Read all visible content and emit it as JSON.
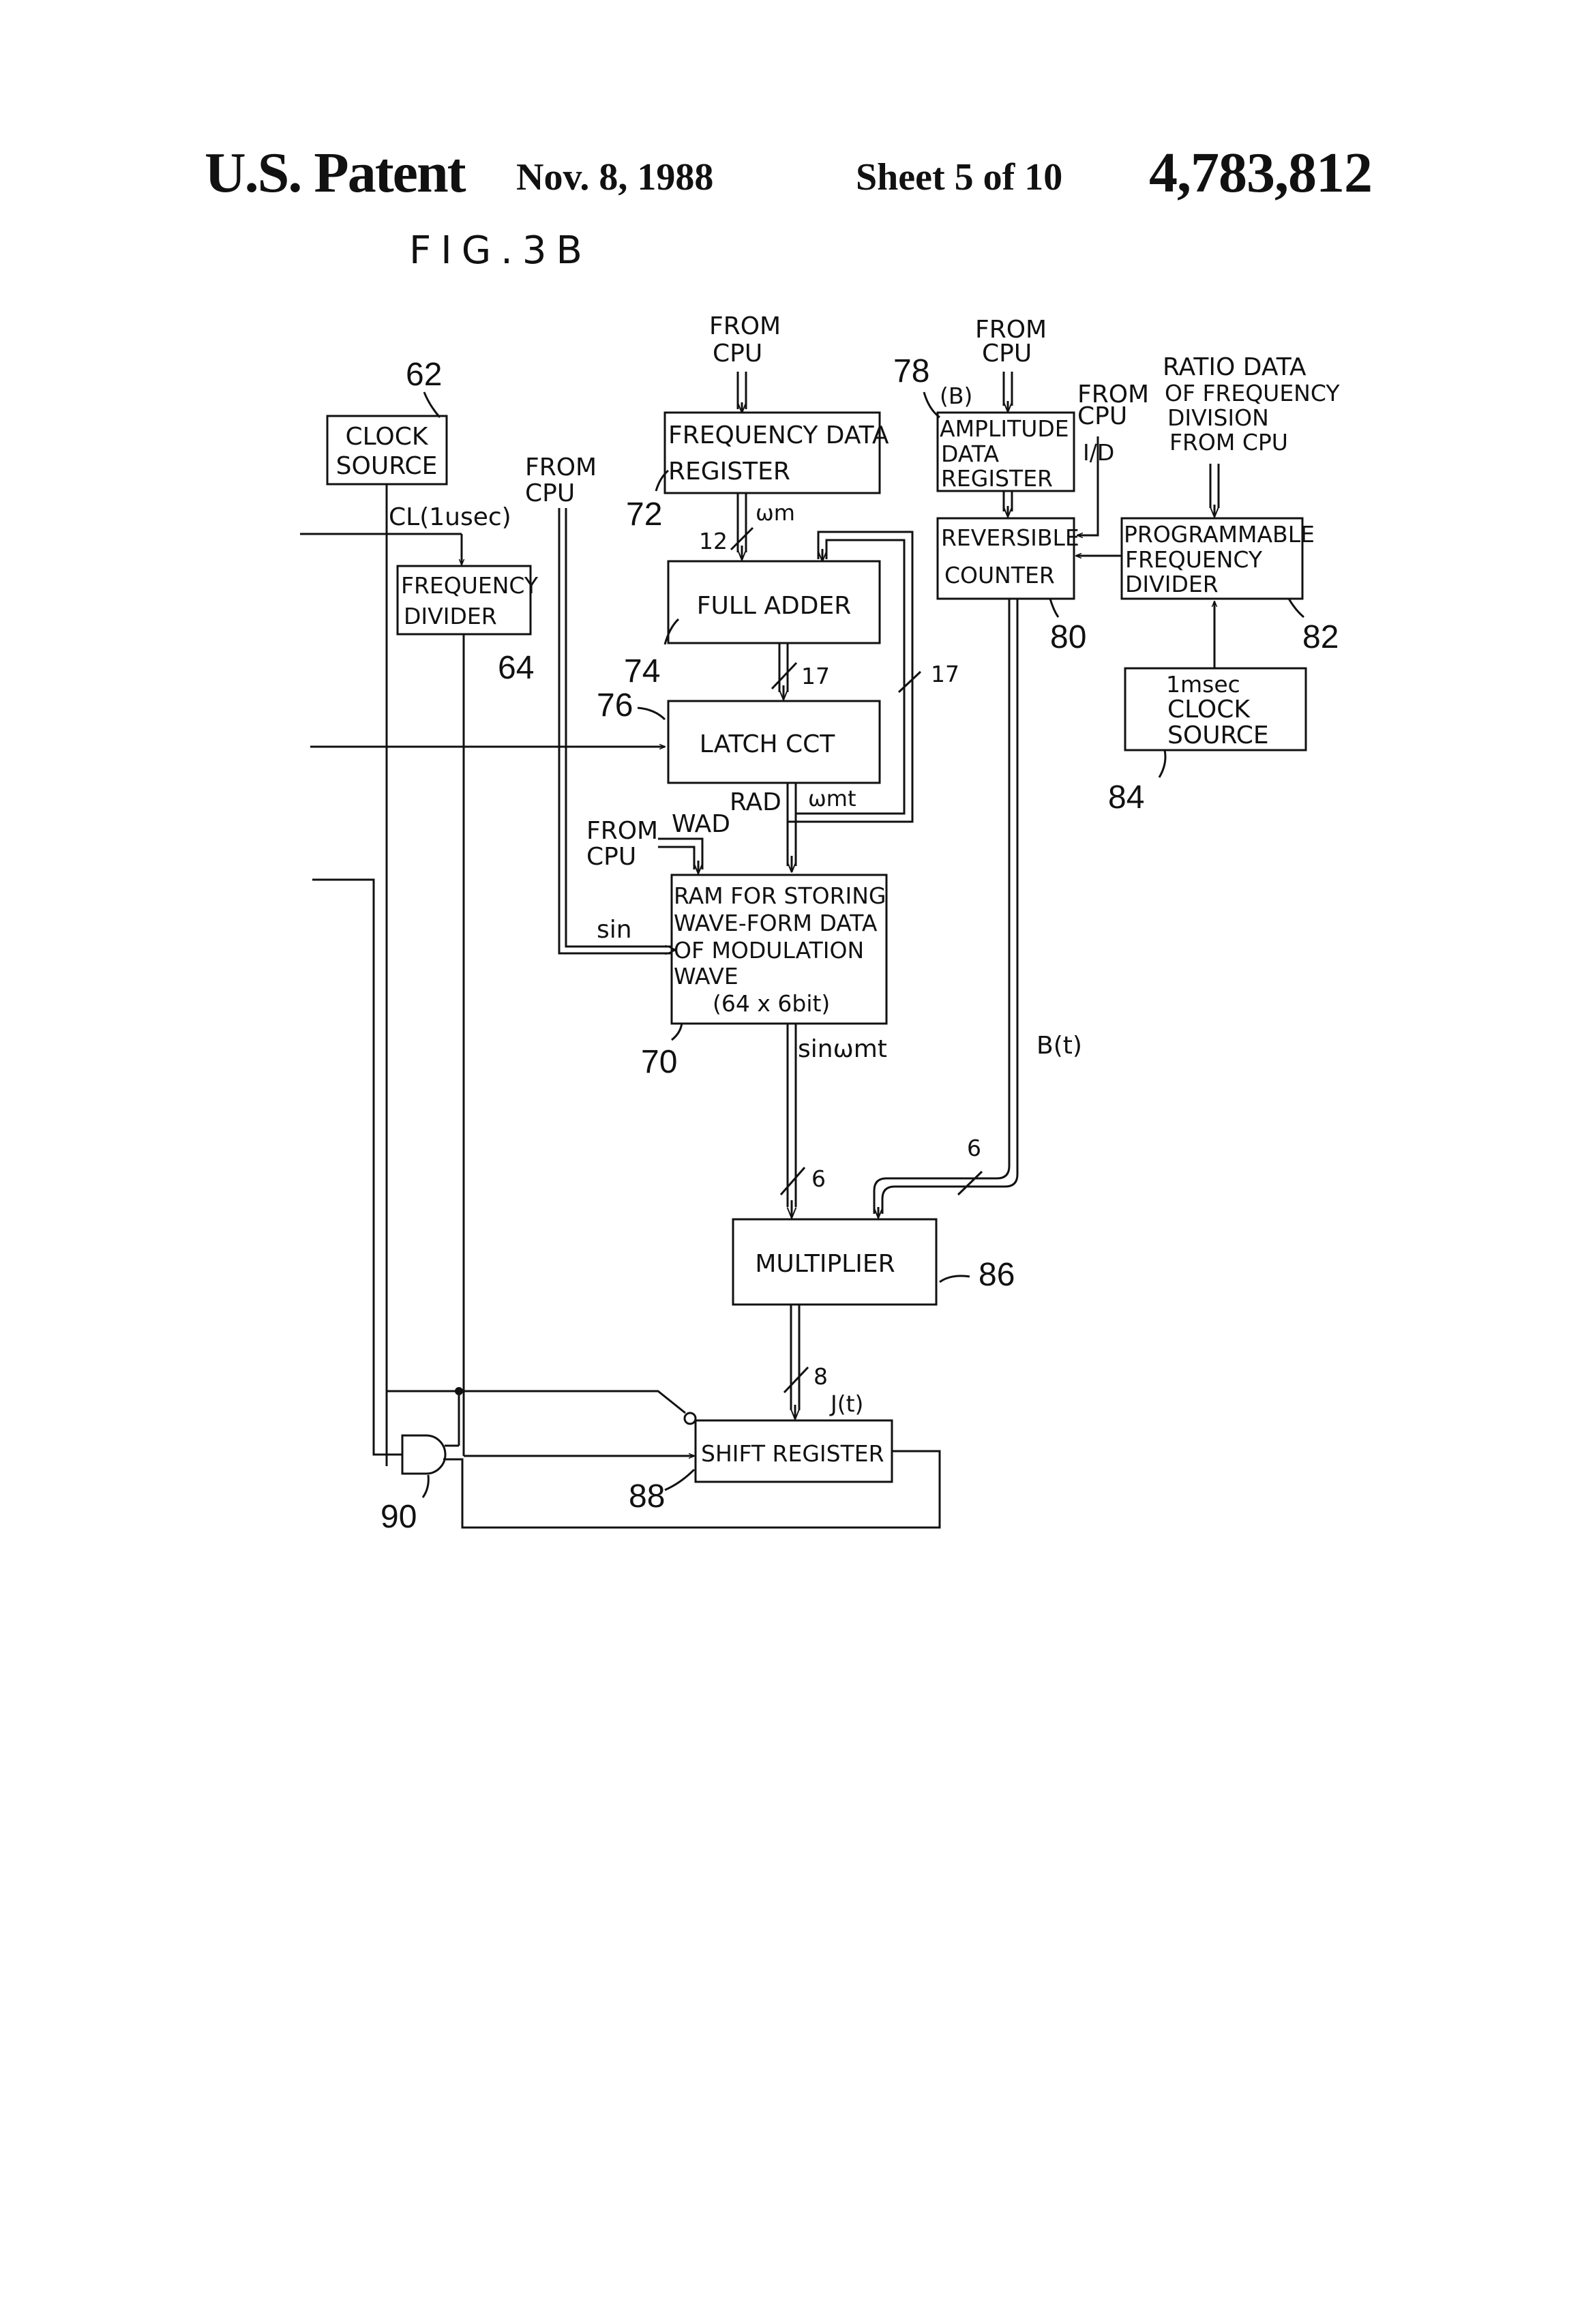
{
  "header": {
    "title": "U.S. Patent",
    "date": "Nov. 8, 1988",
    "sheet": "Sheet 5 of 10",
    "number": "4,783,812"
  },
  "figure": {
    "label": "FIG.3B"
  },
  "blocks": {
    "clock_source": {
      "line1": "CLOCK",
      "line2": "SOURCE",
      "ref": "62"
    },
    "frequency_divider": {
      "line1": "FREQUENCY",
      "line2": "DIVIDER",
      "ref": "64"
    },
    "frequency_data_register": {
      "line1": "FREQUENCY DATA",
      "line2": "REGISTER",
      "ref": "72"
    },
    "full_adder": {
      "label": "FULL ADDER",
      "ref": "74"
    },
    "latch": {
      "label": "LATCH CCT",
      "ref": "76"
    },
    "amplitude_register": {
      "line1": "AMPLITUDE",
      "line2": "DATA",
      "line3": "REGISTER",
      "ref": "78",
      "tag": "(B)"
    },
    "reversible_counter": {
      "line1": "REVERSIBLE",
      "line2": "COUNTER",
      "ref": "80"
    },
    "programmable_divider": {
      "line1": "PROGRAMMABLE",
      "line2": "FREQUENCY",
      "line3": "DIVIDER",
      "ref": "82"
    },
    "msec_clock": {
      "line1": "1msec",
      "line2": "CLOCK",
      "line3": "SOURCE",
      "ref": "84"
    },
    "ram": {
      "line1": "RAM FOR STORING",
      "line2": "WAVE-FORM DATA",
      "line3": "OF MODULATION",
      "line4": "WAVE",
      "line5": "(64 x 6bit)",
      "ref": "70"
    },
    "multiplier": {
      "label": "MULTIPLIER",
      "ref": "86"
    },
    "shift_register": {
      "label": "SHIFT REGISTER",
      "ref": "88"
    },
    "and_gate": {
      "ref": "90"
    }
  },
  "signals": {
    "from": "FROM",
    "cpu": "CPU",
    "cl": "CL(1usec)",
    "wm": "ωm",
    "bits12": "12",
    "bits17a": "17",
    "bits17b": "17",
    "rad": "RAD",
    "wmt": "ωmt",
    "wad": "WAD",
    "sin": "sin",
    "sinwmt": "sinωmt",
    "bt": "B(t)",
    "bits6a": "6",
    "bits6b": "6",
    "bits8": "8",
    "jt": "J(t)",
    "id": "I/D",
    "ratio1": "RATIO DATA",
    "ratio2": "OF FREQUENCY",
    "ratio3": "DIVISION",
    "ratio4": "FROM CPU"
  }
}
